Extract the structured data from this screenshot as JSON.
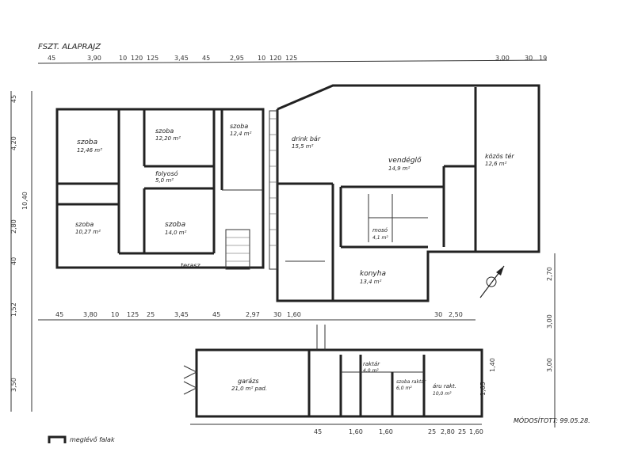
{
  "title": "FSZT. ALAPRAJZ",
  "revision_note": "MÓDOSÍTOTT: 99.05.28.",
  "legend_label": "meglévő falak",
  "rooms": {
    "szoba_1": {
      "name": "szoba",
      "area": "12,46 m²"
    },
    "szoba_2": {
      "name": "szoba",
      "area": "12,20 m²"
    },
    "szoba_3": {
      "name": "szoba",
      "area": "10,27 m²"
    },
    "szoba_4": {
      "name": "szoba",
      "area": "14,0 m²"
    },
    "szoba_5": {
      "name": "szoba",
      "area": "12,4 m²"
    },
    "folyoso": {
      "name": "folyosó",
      "area": "5,0 m²"
    },
    "terasz": {
      "name": "terasz"
    },
    "drink_bar": {
      "name": "drink bár",
      "area": "15,5 m²"
    },
    "vendeglo": {
      "name": "vendéglő",
      "area": "14,9 m²"
    },
    "konyha": {
      "name": "konyha",
      "area": "13,4 m²"
    },
    "kozos_ter": {
      "name": "közös tér",
      "area": "12,6 m²"
    },
    "szekreny": {
      "name": "mosó",
      "area": "4,1 m²"
    },
    "garazs": {
      "name": "garázs",
      "area": "21,0 m² pad."
    },
    "raktar": {
      "name": "raktár",
      "area": "4,0 m²"
    },
    "szoba_rakt": {
      "name": "szoba raktár",
      "area": "6,0 m²"
    },
    "aru_rakt": {
      "name": "áru rakt.",
      "area": "10,0 m²"
    }
  },
  "dims_top": [
    "45",
    "3,90",
    "10",
    "120",
    "125",
    "3,45",
    "45",
    "2,95",
    "10",
    "120",
    "125",
    "3,00",
    "30",
    "19"
  ],
  "dims_mid": [
    "45",
    "3,80",
    "10",
    "125",
    "25",
    "3,45",
    "45",
    "2,97",
    "30",
    "1,60",
    "30",
    "2,50"
  ],
  "dims_bottom": [
    "45",
    "1,60",
    "1,60",
    "25",
    "2,80",
    "25",
    "1,60"
  ],
  "dims_left": [
    "45",
    "4,20",
    "10,40",
    "2,80",
    "40",
    "1,52",
    "3,50"
  ],
  "dims_right": [
    "2,70",
    "3,00",
    "3,00",
    "1,65",
    "1,40"
  ]
}
